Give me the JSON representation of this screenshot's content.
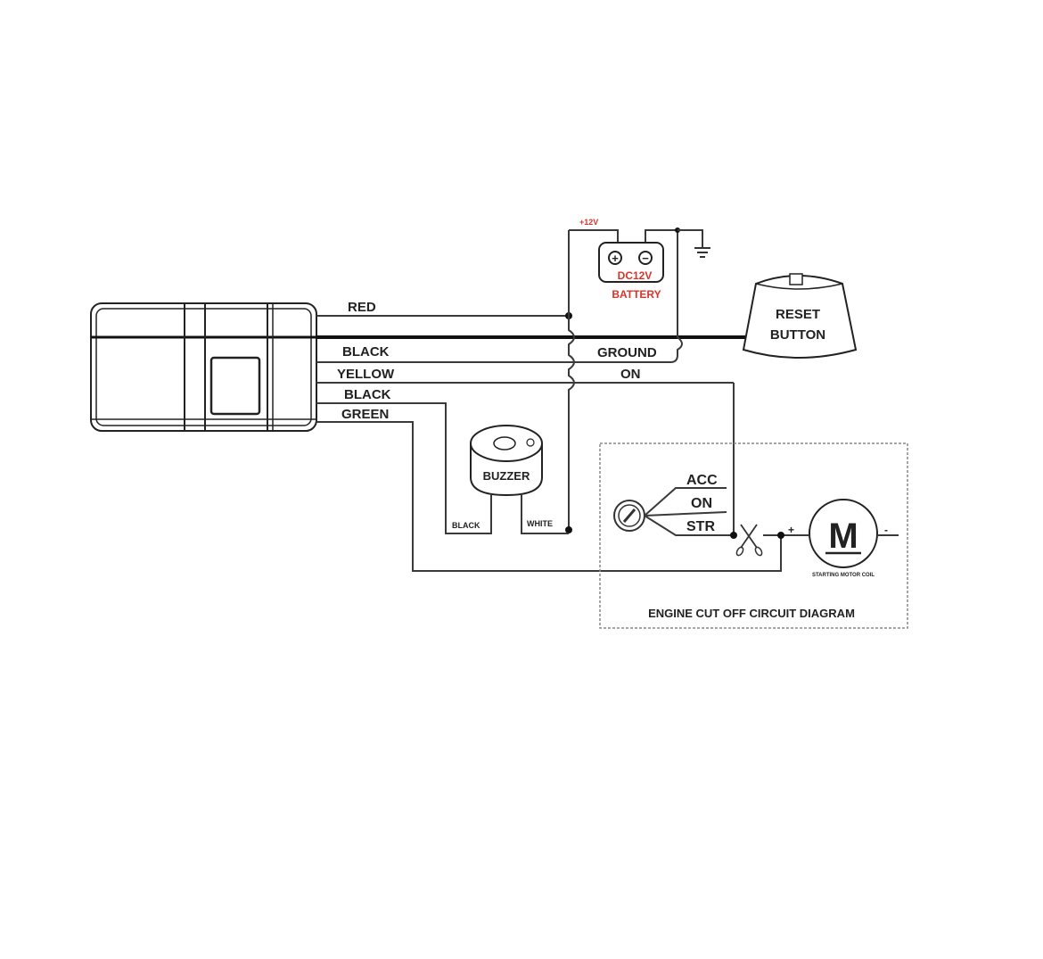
{
  "diagram": {
    "title": "ENGINE CUT OFF CIRCUIT DIAGRAM",
    "wires": {
      "red": "RED",
      "black_ground": "BLACK",
      "yellow": "YELLOW",
      "black_buzzer": "BLACK",
      "green": "GREEN"
    },
    "wire_function_labels": {
      "ground": "GROUND",
      "on": "ON"
    },
    "battery": {
      "voltage_label": "+12V",
      "name": "DC12V",
      "label": "BATTERY",
      "positive_symbol": "+",
      "negative_symbol": "−"
    },
    "reset_button": {
      "line1": "RESET",
      "line2": "BUTTON"
    },
    "buzzer": {
      "label": "BUZZER",
      "lead_black": "BLACK",
      "lead_white": "WHITE"
    },
    "ignition_switch": {
      "positions": [
        "ACC",
        "ON",
        "STR"
      ]
    },
    "motor": {
      "symbol": "M",
      "label": "STARTING MOTOR COIL",
      "plus": "+",
      "minus": "-"
    },
    "colors": {
      "line": "#3a3a3a",
      "battery_text": "#d9342b",
      "background": "#ffffff"
    }
  }
}
